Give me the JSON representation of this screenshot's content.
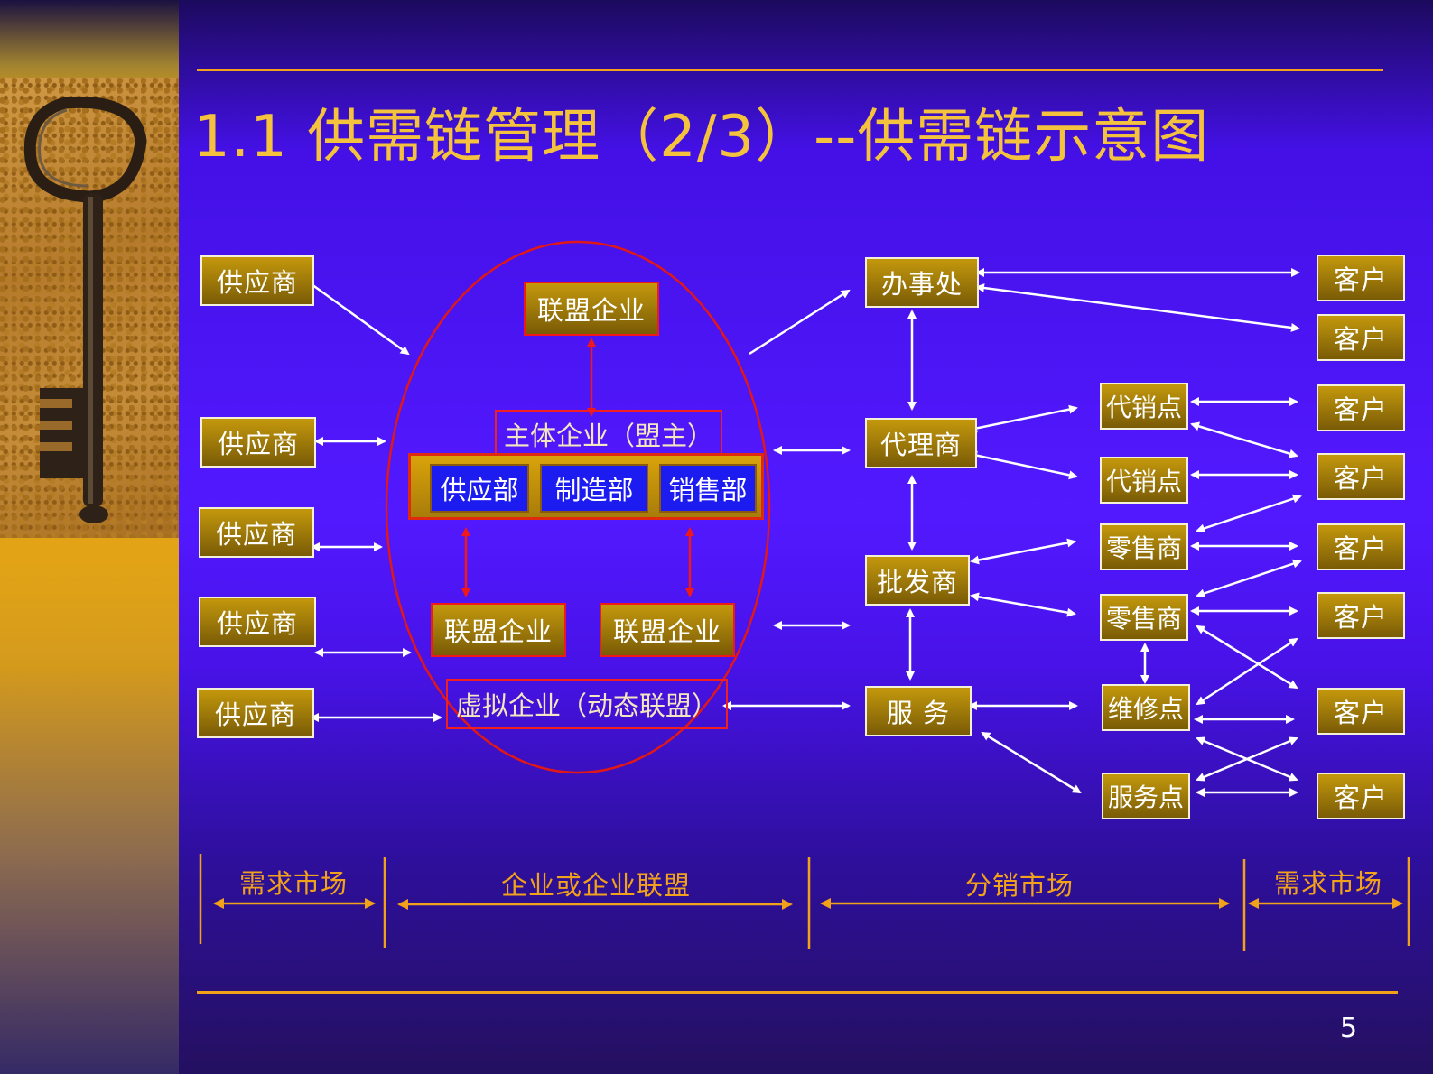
{
  "slide": {
    "title": "1.1  供需链管理（2/3）--供需链示意图",
    "page_number": "5",
    "colors": {
      "background": "#4f16fb",
      "accent": "#f2a21a",
      "title": "#f4c23c",
      "box_gold": "#a27d0a",
      "dept_blue": "#1c1cf0",
      "ellipse_red": "#e01818"
    },
    "decoration": "key-icon"
  },
  "suppliers": [
    "供应商",
    "供应商",
    "供应商",
    "供应商",
    "供应商"
  ],
  "enterprise": {
    "ally_top": "联盟企业",
    "core": "主体企业（盟主）",
    "departments": [
      "供应部",
      "制造部",
      "销售部"
    ],
    "ally_left": "联盟企业",
    "ally_right": "联盟企业",
    "virtual": "虚拟企业（动态联盟）"
  },
  "distribution": {
    "office": "办事处",
    "agent": "代理商",
    "wholesaler": "批发商",
    "service": "服  务"
  },
  "outlets": {
    "consign_1": "代销点",
    "consign_2": "代销点",
    "retail_1": "零售商",
    "retail_2": "零售商",
    "repair": "维修点",
    "service_point": "服务点"
  },
  "customers": [
    "客户",
    "客户",
    "客户",
    "客户",
    "客户",
    "客户",
    "客户",
    "客户"
  ],
  "markets": {
    "demand_left": "需求市场",
    "enterprise": "企业或企业联盟",
    "distribution": "分销市场",
    "demand_right": "需求市场"
  }
}
